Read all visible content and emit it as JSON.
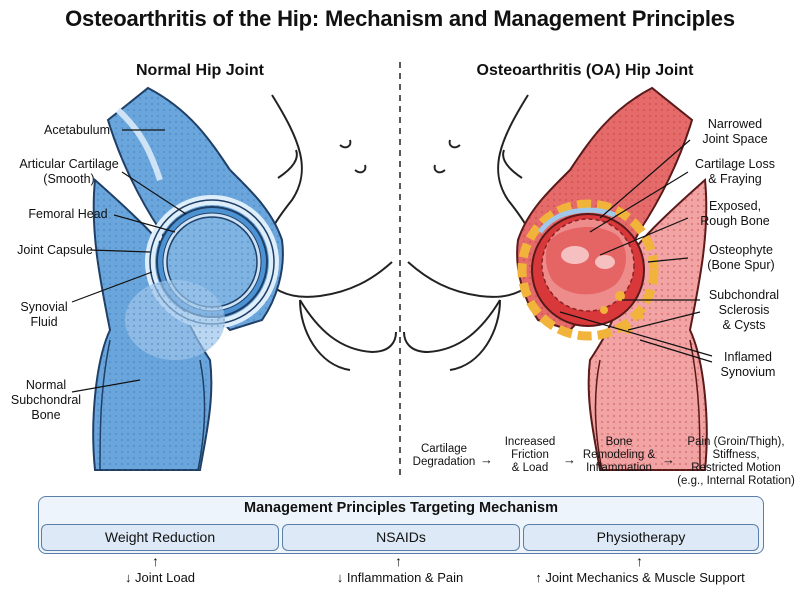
{
  "title": "Osteoarthritis of the Hip: Mechanism and Management Principles",
  "normal": {
    "heading": "Normal Hip Joint",
    "labels": {
      "acetabulum": "Acetabulum",
      "cartilage": "Articular Cartilage\n(Smooth)",
      "femoral_head": "Femoral Head",
      "capsule": "Joint Capsule",
      "synovial": "Synovial\nFluid",
      "subchondral": "Normal\nSubchondral\nBone"
    }
  },
  "oa": {
    "heading": "Osteoarthritis (OA) Hip Joint",
    "labels": {
      "narrowed": "Narrowed\nJoint Space",
      "cartilage_loss": "Cartilage Loss\n& Fraying",
      "exposed": "Exposed,\nRough Bone",
      "osteophyte": "Osteophyte\n(Bone Spur)",
      "sclerosis": "Subchondral\nSclerosis\n& Cysts",
      "synovium": "Inflamed\nSynovium"
    }
  },
  "flow": {
    "steps": [
      "Cartilage\nDegradation",
      "Increased\nFriction\n& Load",
      "Bone\nRemodeling &\nInflammation",
      "Pain (Groin/Thigh),\nStiffness,\nRestricted Motion\n(e.g., Internal Rotation)"
    ],
    "arrow": "→"
  },
  "management": {
    "title": "Management Principles Targeting Mechanism",
    "items": [
      {
        "label": "Weight Reduction",
        "effect": "↓ Joint Load"
      },
      {
        "label": "NSAIDs",
        "effect": "↓ Inflammation & Pain"
      },
      {
        "label": "Physiotherapy",
        "effect": "↑ Joint Mechanics & Muscle Support"
      }
    ],
    "up_arrow": "↑"
  },
  "colors": {
    "normal_bone": "#6aa6dc",
    "normal_dark": "#2f6fb1",
    "oa_bone": "#f2a3a3",
    "oa_red": "#d8383a",
    "osteophyte": "#f2b33a",
    "box_border": "#5a7fa8",
    "box_fill": "#dde9f6"
  }
}
